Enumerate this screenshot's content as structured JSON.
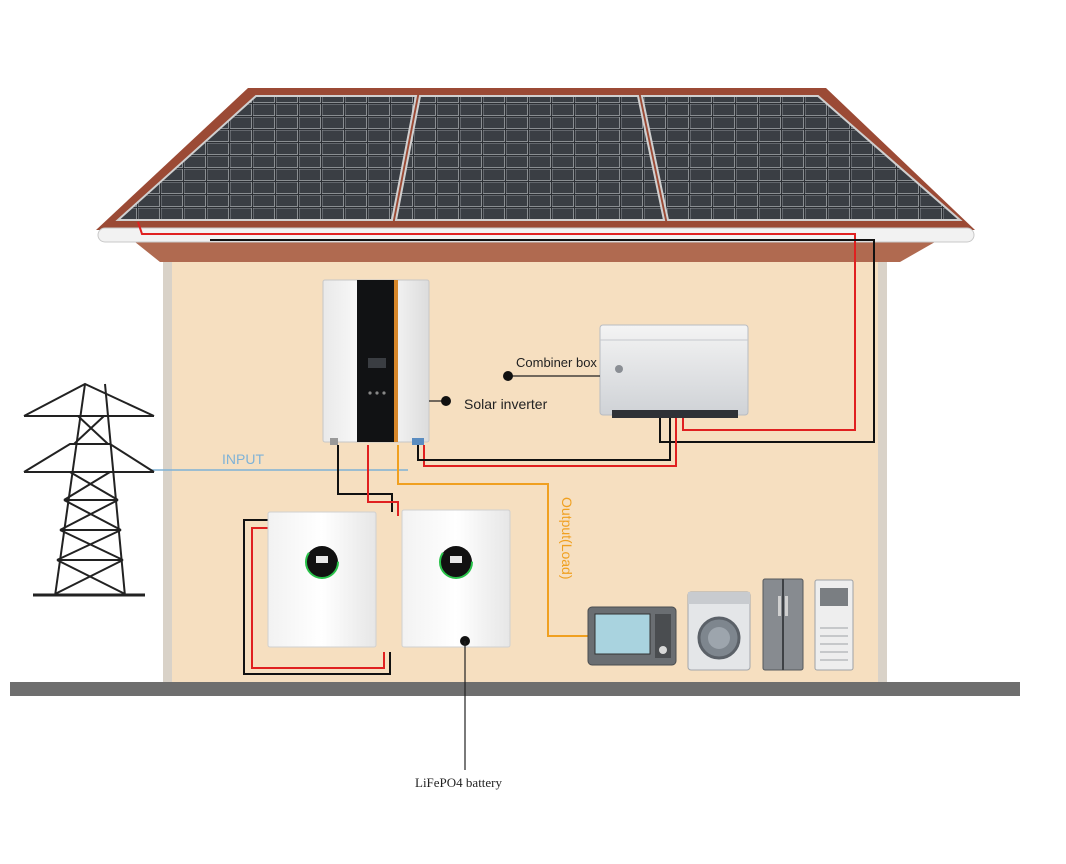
{
  "labels": {
    "combiner_box": "Combiner box",
    "solar_inverter": "Solar inverter",
    "input": "INPUT",
    "output_load": "Output(Load)",
    "battery": "LiFePO4 battery"
  },
  "colors": {
    "wall": "#f6dfc0",
    "roof_trim": "#9b4a35",
    "panel": "#2c2f33",
    "wire_positive": "#e02020",
    "wire_negative": "#111111",
    "wire_input": "#7fb2d6",
    "wire_output": "#f0a020",
    "ground": "#6e6e6e"
  },
  "icons": [
    "transmission-tower-icon",
    "microwave-icon",
    "washing-machine-icon",
    "refrigerator-icon",
    "air-conditioner-icon"
  ]
}
